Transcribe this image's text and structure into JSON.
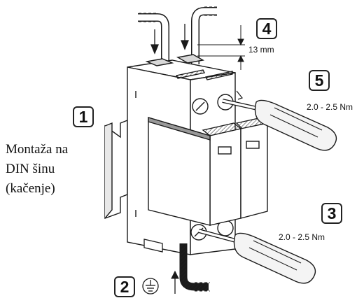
{
  "steps": [
    {
      "number": "1",
      "text": [
        "Montaža na",
        "DIN šinu",
        "(kačenje)"
      ]
    },
    {
      "number": "2",
      "symbol": "earth-ground-icon"
    },
    {
      "number": "3",
      "torque": "2.0 - 2.5 Nm"
    },
    {
      "number": "4",
      "dimension": "13 mm"
    },
    {
      "number": "5",
      "torque": "2.0 - 2.5 Nm"
    }
  ],
  "colors": {
    "stroke": "#1a1a1a",
    "body_fill": "#ffffff",
    "module_dark": "#2b2b2b",
    "handle": "#f4f4f4"
  }
}
